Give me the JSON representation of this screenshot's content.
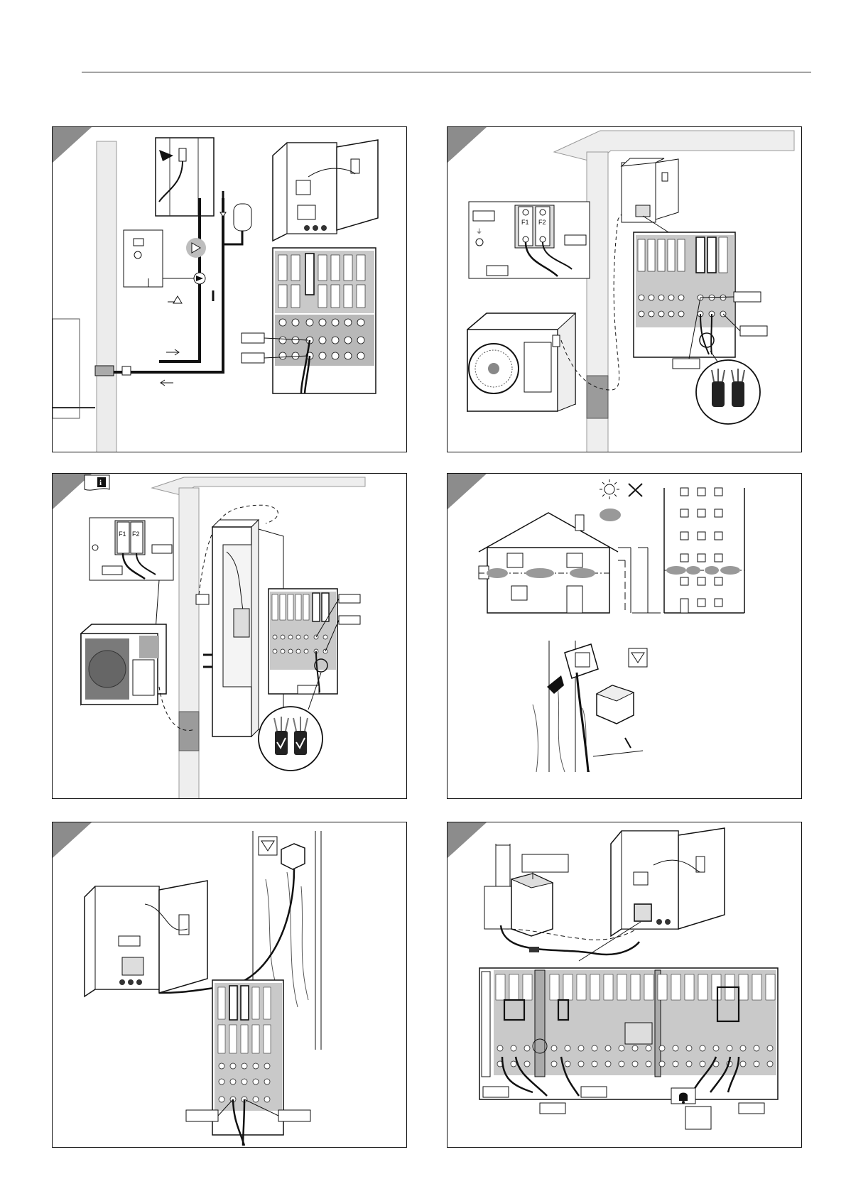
{
  "page": {
    "panels": [
      {
        "id": "p1",
        "number": "",
        "callouts": [
          "",
          ""
        ]
      },
      {
        "id": "p2",
        "number": "",
        "callouts": [
          "",
          "",
          "",
          "",
          "",
          ""
        ]
      },
      {
        "id": "p3",
        "number": "",
        "callouts": [
          "",
          "",
          "",
          ""
        ]
      },
      {
        "id": "p4",
        "number": "",
        "callouts": []
      },
      {
        "id": "p5",
        "number": "",
        "callouts": [
          "",
          ""
        ]
      },
      {
        "id": "p6",
        "number": "",
        "callouts": [
          "",
          "",
          "",
          "",
          "",
          ""
        ]
      }
    ],
    "terminal_labels": {
      "f1": "F1",
      "f2": "F2"
    },
    "icons": [
      "info-book-icon",
      "sun-icon",
      "cross-icon",
      "check-icon",
      "bell-icon",
      "arrow-icon",
      "triangle-sensor-icon"
    ]
  }
}
